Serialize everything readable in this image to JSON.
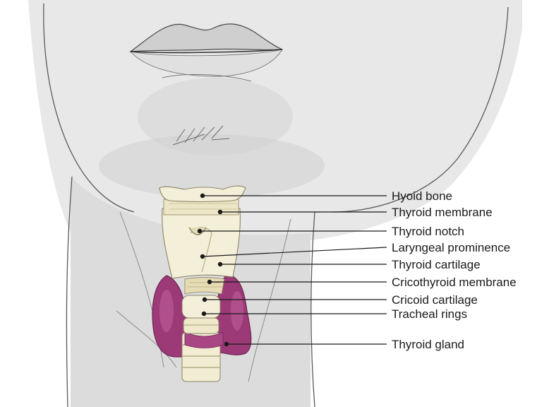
{
  "labels": [
    {
      "key": "hyoid-bone",
      "text": "Hyoid bone"
    },
    {
      "key": "thyroid-membrane",
      "text": "Thyroid membrane"
    },
    {
      "key": "thyroid-notch",
      "text": "Thyroid notch"
    },
    {
      "key": "laryngeal-prominence",
      "text": "Laryngeal prominence"
    },
    {
      "key": "thyroid-cartilage",
      "text": "Thyroid cartilage"
    },
    {
      "key": "cricothyroid-membrane",
      "text": "Cricothyroid membrane"
    },
    {
      "key": "cricoid-cartilage",
      "text": "Cricoid cartilage"
    },
    {
      "key": "tracheal-rings",
      "text": "Tracheal rings"
    },
    {
      "key": "thyroid-gland",
      "text": "Thyroid gland"
    }
  ],
  "colors": {
    "skin": "#e6e6e6",
    "skin_shadow": "#cfcfcf",
    "outline": "#555555",
    "cartilage": "#f1ecd2",
    "cartilage_shade": "#d8cfa6",
    "gland": "#9c3a78",
    "gland_light": "#b85a94"
  }
}
